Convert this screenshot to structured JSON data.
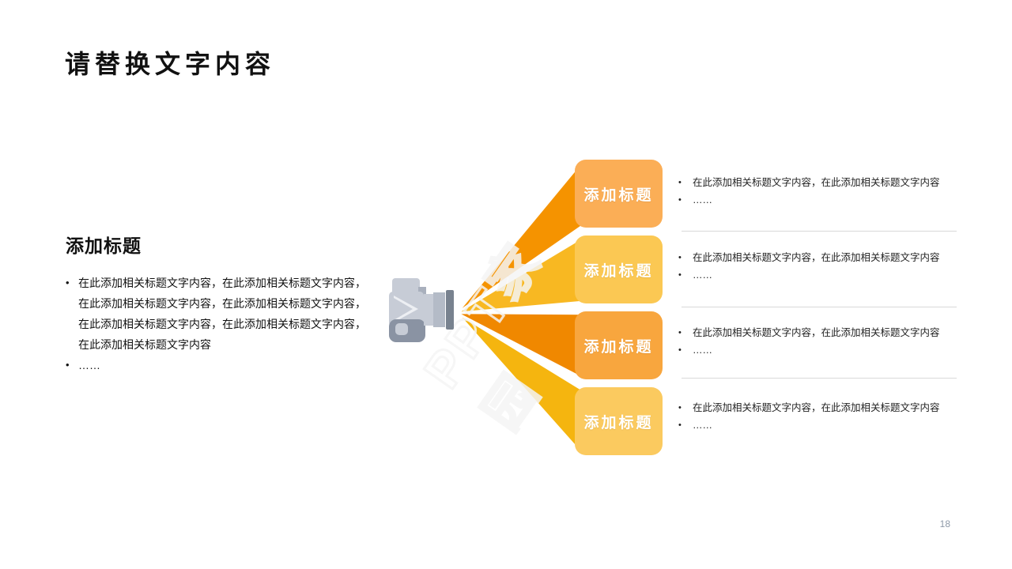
{
  "slide": {
    "title": "请替换文字内容",
    "page_number": "18",
    "watermark": "PPT家园"
  },
  "left_section": {
    "heading": "添加标题",
    "bullets": [
      "在此添加相关标题文字内容，在此添加相关标题文字内容，在此添加相关标题文字内容，在此添加相关标题文字内容，在此添加相关标题文字内容，在此添加相关标题文字内容，在此添加相关标题文字内容",
      "……"
    ]
  },
  "diagram": {
    "center_icon": "camera-icon",
    "icon_colors": {
      "light_gray": "#C7CCD6",
      "mid_gray": "#B4BBC7",
      "dark_gray": "#8A93A3",
      "ring_gray": "#78828F",
      "highlight": "#EDEFF3"
    },
    "items": [
      {
        "label": "添加标题",
        "box_color": "#FBAE56",
        "beam_color": "#F59300",
        "bullets": [
          "在此添加相关标题文字内容，在此添加相关标题文字内容",
          "……"
        ]
      },
      {
        "label": "添加标题",
        "box_color": "#FBC853",
        "beam_color": "#F8B822",
        "bullets": [
          "在此添加相关标题文字内容，在此添加相关标题文字内容",
          "……"
        ]
      },
      {
        "label": "添加标题",
        "box_color": "#F8A63E",
        "beam_color": "#F08800",
        "bullets": [
          "在此添加相关标题文字内容，在此添加相关标题文字内容",
          "……"
        ]
      },
      {
        "label": "添加标题",
        "box_color": "#FBCA5F",
        "beam_color": "#F5B50F",
        "bullets": [
          "在此添加相关标题文字内容，在此添加相关标题文字内容",
          "……"
        ]
      }
    ]
  }
}
